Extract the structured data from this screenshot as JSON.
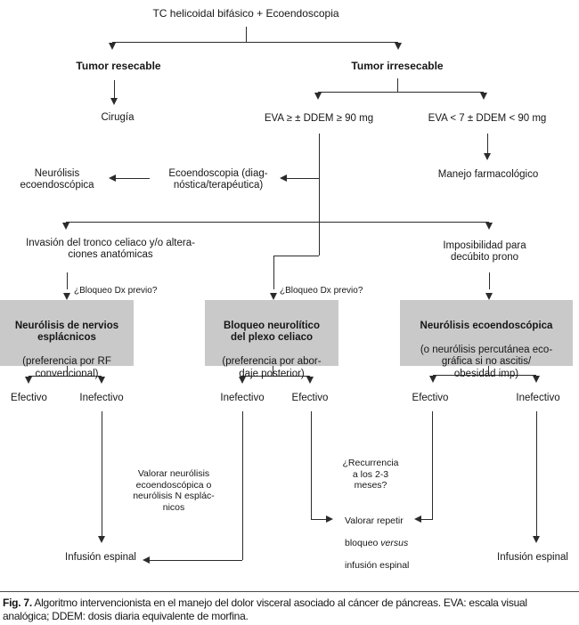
{
  "colors": {
    "box_fill": "#c9c9c9",
    "line": "#2b2b2b",
    "text": "#161616"
  },
  "nodes": {
    "root": "TC helicoidal bifásico + Ecoendoscopia",
    "tumor_resecable": "Tumor resecable",
    "cirugia": "Cirugía",
    "tumor_irresecable": "Tumor irresecable",
    "eva_high": "EVA ≥ ± DDEM ≥ 90 mg",
    "eva_low": "EVA < 7 ± DDEM < 90 mg",
    "manejo_farmacologico": "Manejo farmacológico",
    "neurolisis_ecoendoscopica": "Neurólisis\necoendoscópica",
    "ecoendoscopia_diag": "Ecoendoscopia (diag-\nnóstica/terapéutica)",
    "invasion_tronco": "Invasión del tronco celiaco y/o altera-\nciones anatómicas",
    "imposibilidad_decubito": "Imposibilidad para\ndecúbito prono",
    "bloqueo_dx_previo_left": "¿Bloqueo Dx previo?",
    "bloqueo_dx_previo_mid": "¿Bloqueo Dx previo?",
    "box_esplacnicos_title": "Neurólisis de nervios\nesplácnicos",
    "box_esplacnicos_sub": "(preferencia por RF\nconvencional)",
    "box_plexo_title": "Bloqueo neurolítico\ndel plexo celiaco",
    "box_plexo_sub": "(preferencia por abor-\ndaje posterior)",
    "box_eco_title": "Neurólisis ecoendoscópica",
    "box_eco_sub": "(o neurólisis percutánea eco-\ngráfica si no ascitis/\nobesidad imp)",
    "efectivo": "Efectivo",
    "inefectivo": "Inefectivo",
    "valorar_neurolisis": "Valorar neurólisis\necoendoscópica o\nneurólisis N esplác-\nnicos",
    "recurrencia": "¿Recurrencia\na los 2-3\nmeses?",
    "valorar_repetir_l1": "Valorar repetir",
    "valorar_repetir_l2a": "bloqueo",
    "valorar_repetir_l2b": "versus",
    "valorar_repetir_l3": "infusión espinal",
    "infusion_espinal_left": "Infusión espinal",
    "infusion_espinal_right": "Infusión espinal"
  },
  "caption": {
    "fig_label": "Fig. 7.",
    "text": " Algoritmo intervencionista en el manejo del dolor visceral asociado al cáncer de páncreas. EVA: escala visual analógica; DDEM: dosis diaria equivalente de morfina."
  }
}
